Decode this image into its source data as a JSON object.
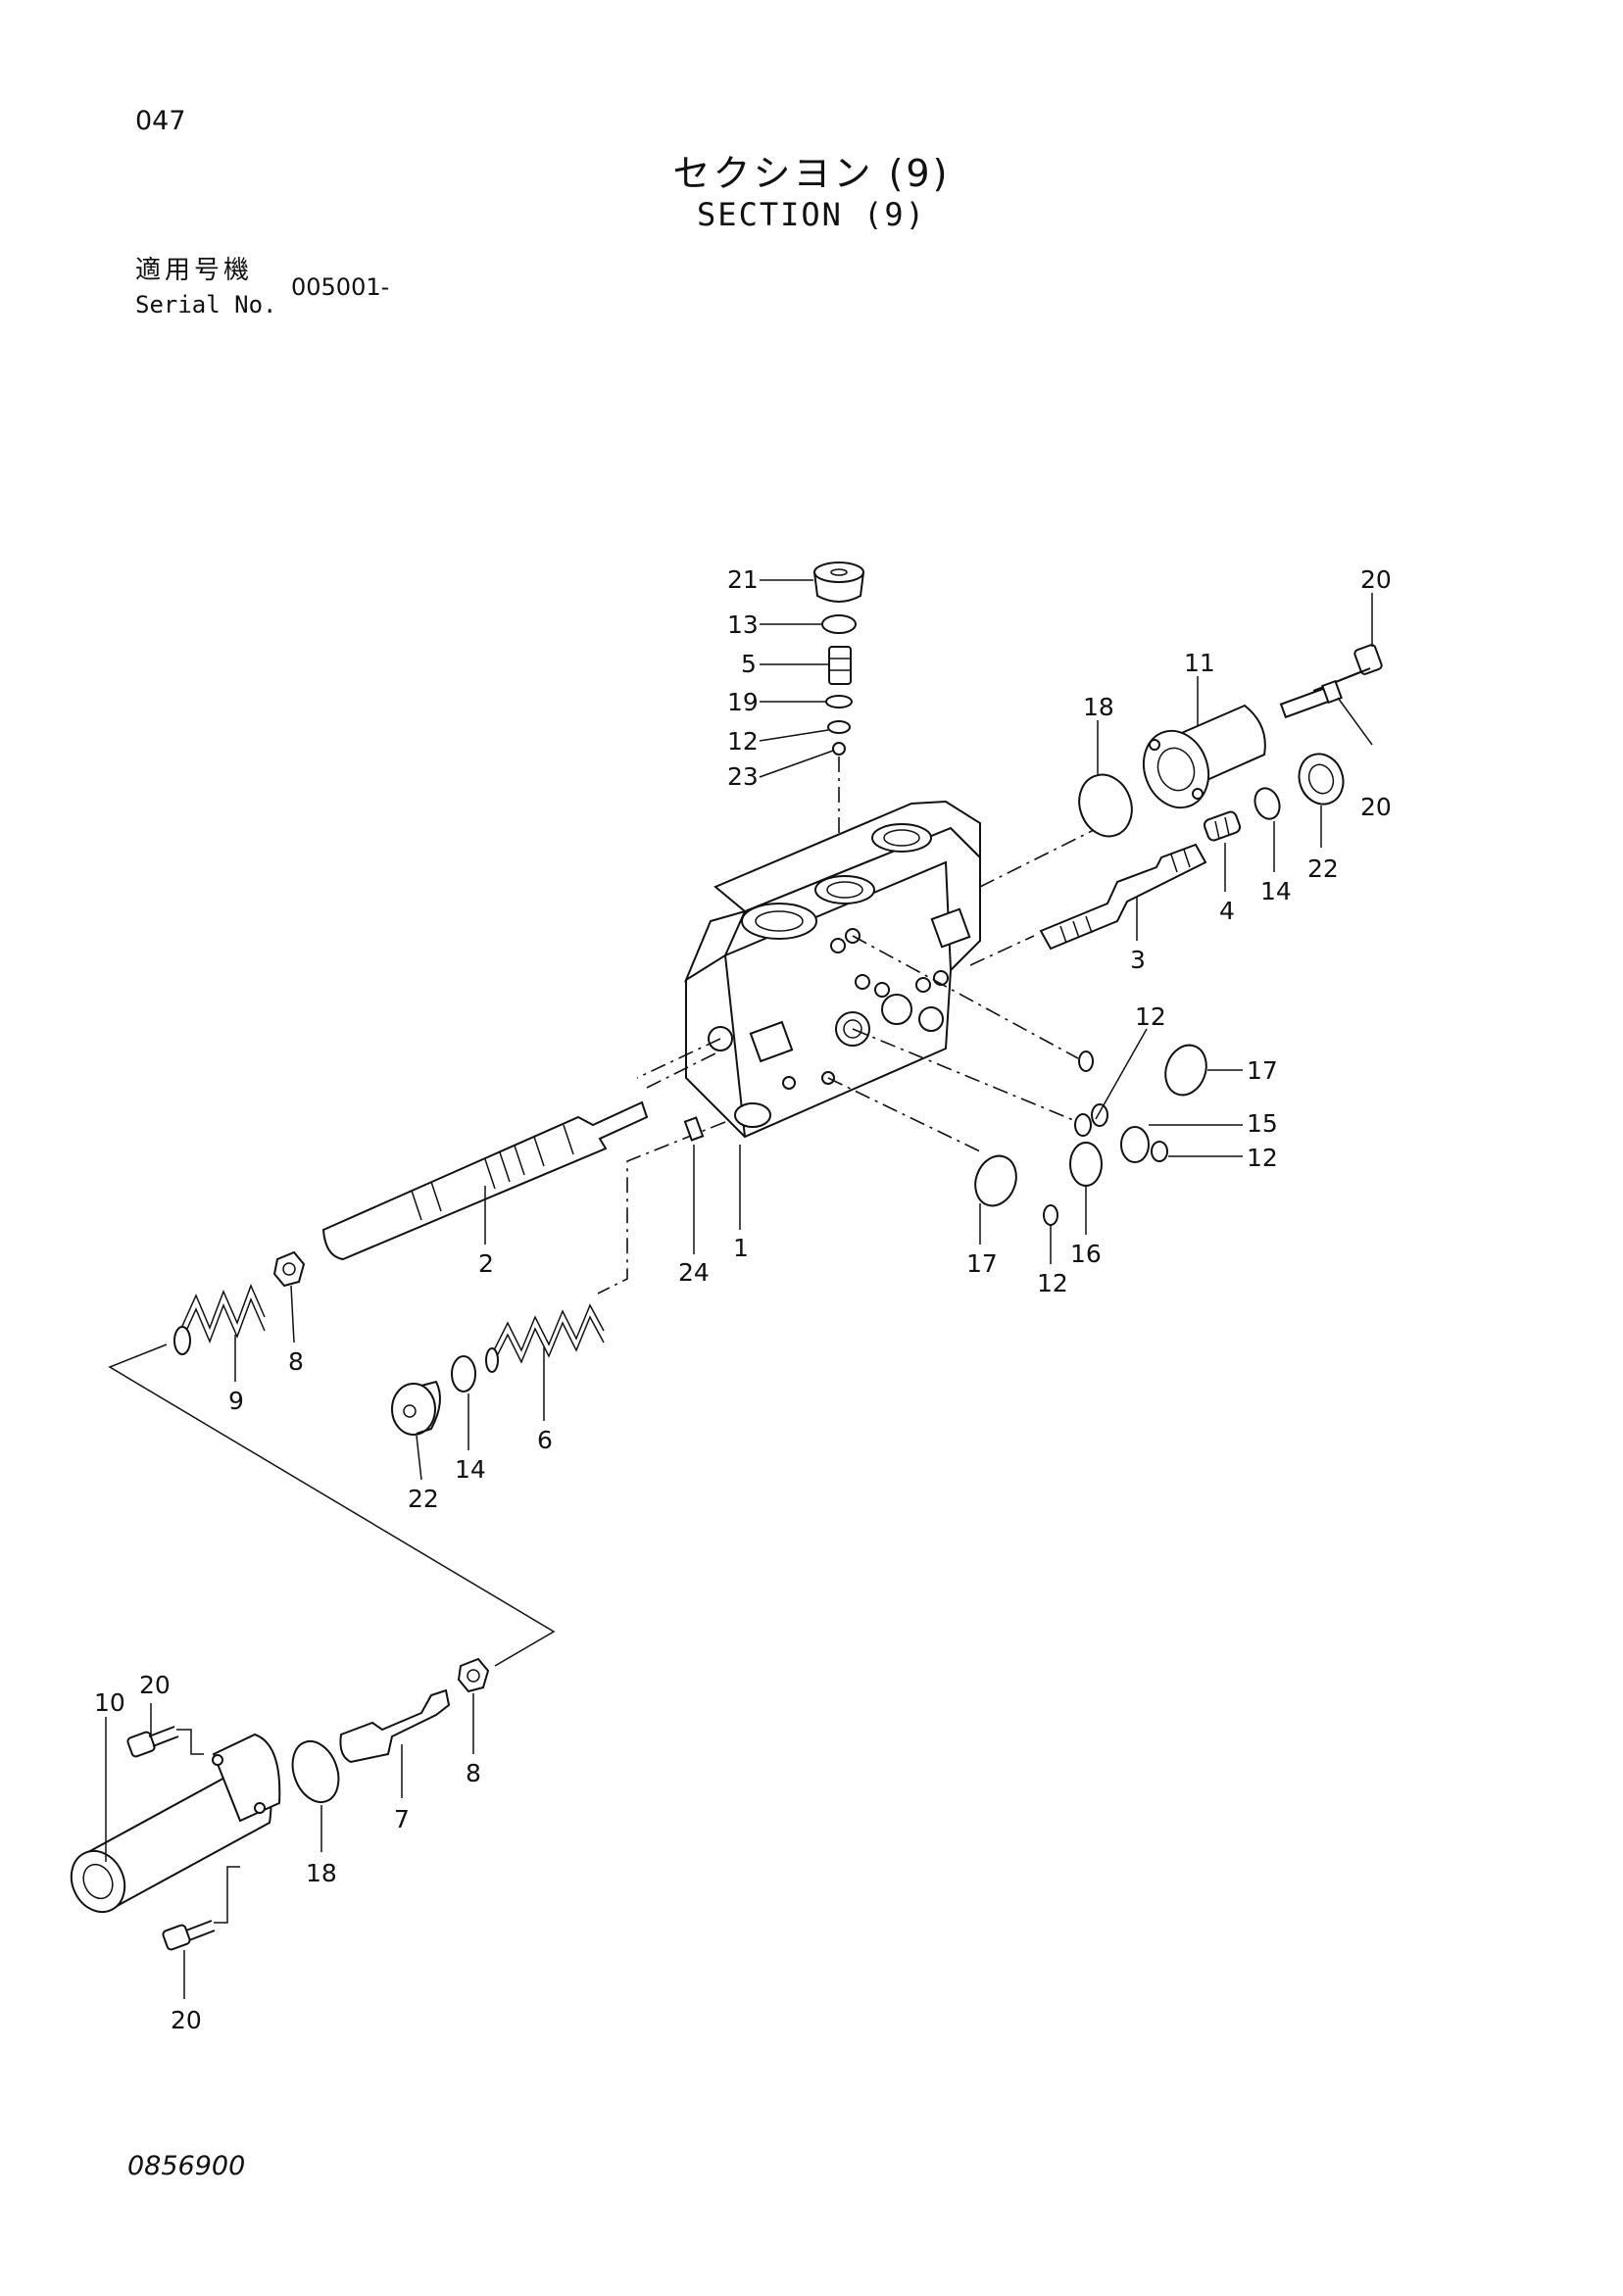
{
  "header": {
    "page_number": "047",
    "title_jp": "セクシヨン (9)",
    "title_en": "SECTION (9)",
    "serial_label_jp": "適用号機",
    "serial_label_en": "Serial No.",
    "serial_value": "005001-"
  },
  "footer": {
    "drawing_number": "0856900"
  },
  "callouts": [
    {
      "id": "c-21",
      "label": "21"
    },
    {
      "id": "c-13",
      "label": "13"
    },
    {
      "id": "c-5",
      "label": "5"
    },
    {
      "id": "c-19",
      "label": "19"
    },
    {
      "id": "c-12a",
      "label": "12"
    },
    {
      "id": "c-23",
      "label": "23"
    },
    {
      "id": "c-20a",
      "label": "20"
    },
    {
      "id": "c-11",
      "label": "11"
    },
    {
      "id": "c-18a",
      "label": "18"
    },
    {
      "id": "c-20b",
      "label": "20"
    },
    {
      "id": "c-22a",
      "label": "22"
    },
    {
      "id": "c-14a",
      "label": "14"
    },
    {
      "id": "c-4",
      "label": "4"
    },
    {
      "id": "c-3",
      "label": "3"
    },
    {
      "id": "c-12b",
      "label": "12"
    },
    {
      "id": "c-17a",
      "label": "17"
    },
    {
      "id": "c-15",
      "label": "15"
    },
    {
      "id": "c-12c",
      "label": "12"
    },
    {
      "id": "c-17b",
      "label": "17"
    },
    {
      "id": "c-16",
      "label": "16"
    },
    {
      "id": "c-12d",
      "label": "12"
    },
    {
      "id": "c-1",
      "label": "1"
    },
    {
      "id": "c-24",
      "label": "24"
    },
    {
      "id": "c-2",
      "label": "2"
    },
    {
      "id": "c-8a",
      "label": "8"
    },
    {
      "id": "c-9",
      "label": "9"
    },
    {
      "id": "c-6",
      "label": "6"
    },
    {
      "id": "c-14b",
      "label": "14"
    },
    {
      "id": "c-22b",
      "label": "22"
    },
    {
      "id": "c-10",
      "label": "10"
    },
    {
      "id": "c-20c",
      "label": "20"
    },
    {
      "id": "c-8b",
      "label": "8"
    },
    {
      "id": "c-7",
      "label": "7"
    },
    {
      "id": "c-18b",
      "label": "18"
    },
    {
      "id": "c-20d",
      "label": "20"
    }
  ]
}
